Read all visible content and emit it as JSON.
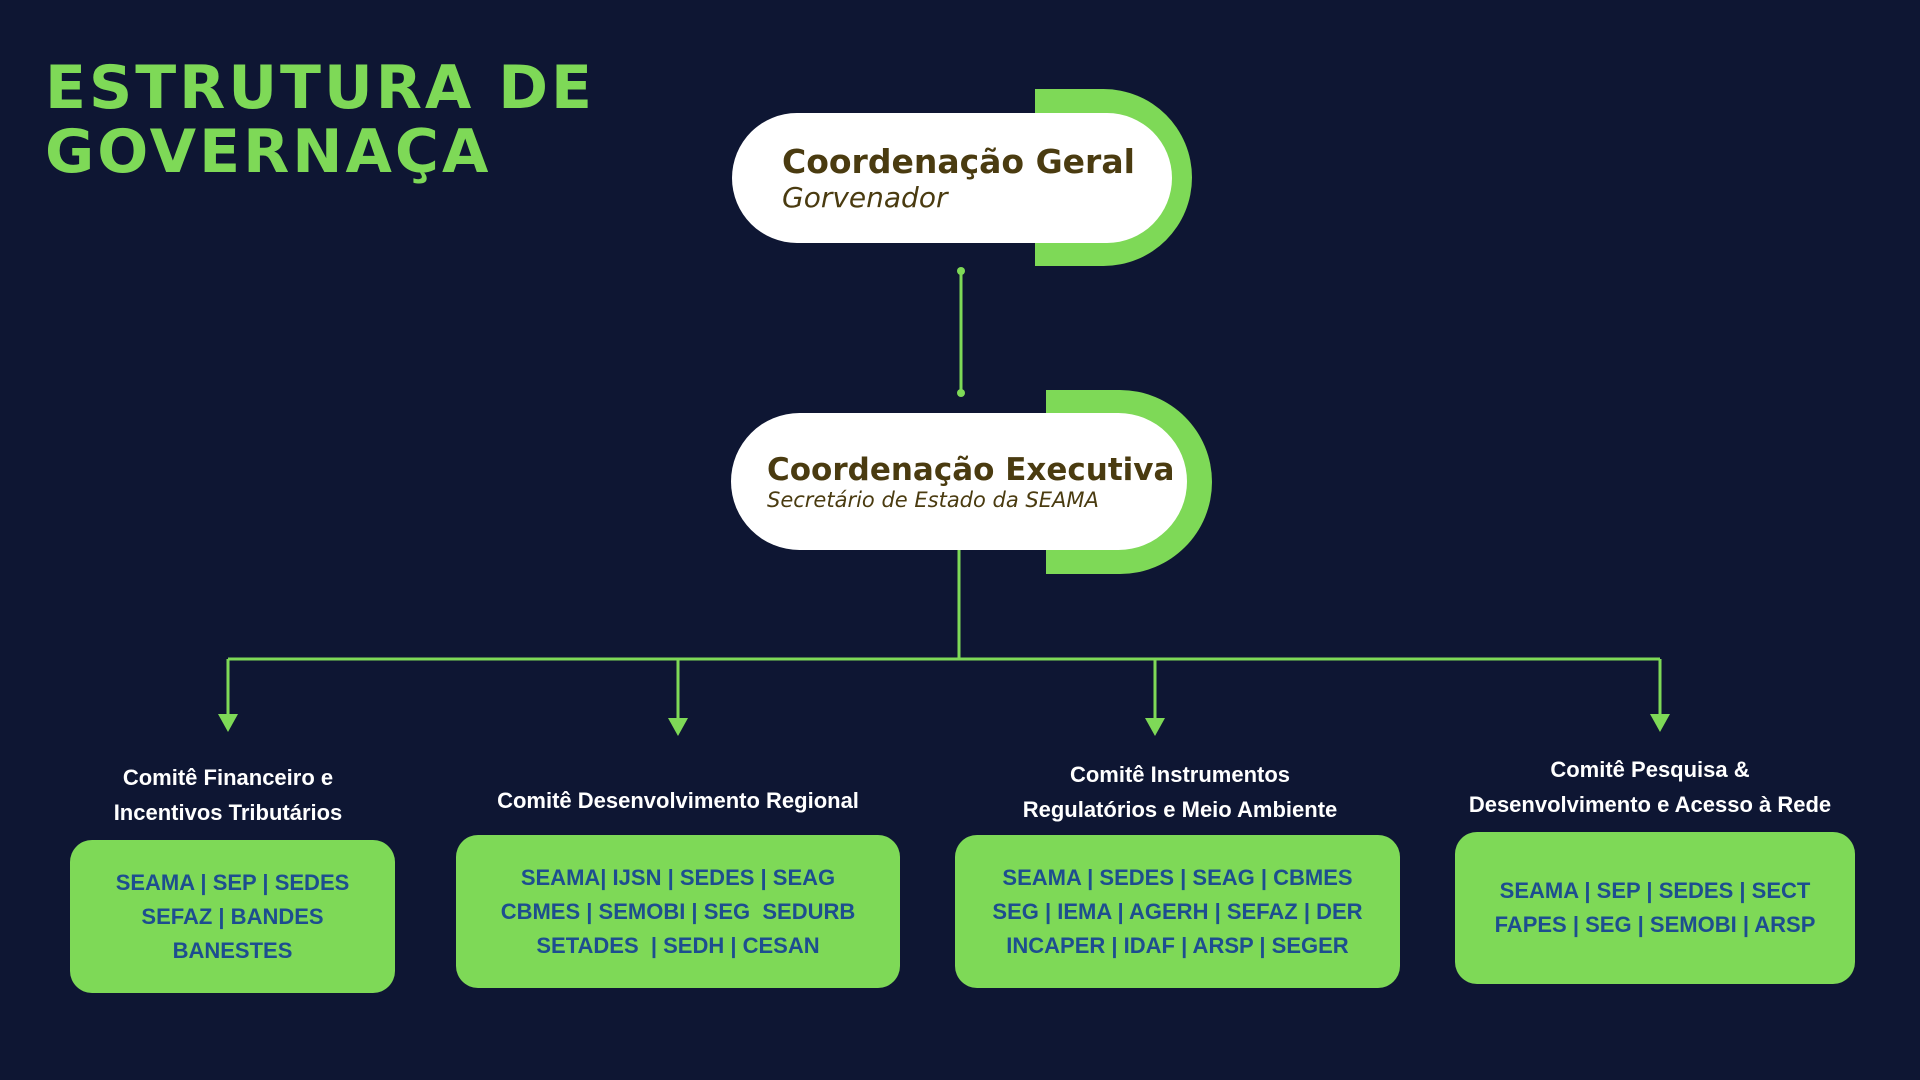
{
  "title": {
    "line1": "ESTRUTURA DE",
    "line2": "GOVERNAÇA"
  },
  "colors": {
    "background": "#0e1633",
    "accent": "#7ed957",
    "pill_text": "#4a3b10",
    "member_text": "#1d4e8f"
  },
  "coordenacao_geral": {
    "title": "Coordenação Geral",
    "subtitle": "Gorvenador"
  },
  "coordenacao_executiva": {
    "title": "Coordenação Executiva",
    "subtitle": "Secretário de Estado da SEAMA"
  },
  "committees": [
    {
      "title_lines": [
        "Comitê Financeiro e",
        "Incentivos Tributários"
      ],
      "member_lines": [
        "SEAMA | SEP | SEDES",
        "SEFAZ | BANDES",
        "BANESTES"
      ]
    },
    {
      "title_lines": [
        "Comitê Desenvolvimento Regional"
      ],
      "member_lines": [
        "SEAMA| IJSN | SEDES | SEAG",
        "CBMES | SEMOBI | SEG  SEDURB",
        "SETADES  | SEDH | CESAN"
      ]
    },
    {
      "title_lines": [
        "Comitê Instrumentos",
        "Regulatórios e Meio Ambiente"
      ],
      "member_lines": [
        "SEAMA | SEDES | SEAG | CBMES",
        "SEG | IEMA | AGERH | SEFAZ | DER",
        "INCAPER | IDAF | ARSP | SEGER"
      ]
    },
    {
      "title_lines": [
        "Comitê Pesquisa &",
        "Desenvolvimento e Acesso à Rede"
      ],
      "member_lines": [
        "SEAMA | SEP | SEDES | SECT",
        "FAPES | SEG | SEMOBI | ARSP"
      ]
    }
  ]
}
